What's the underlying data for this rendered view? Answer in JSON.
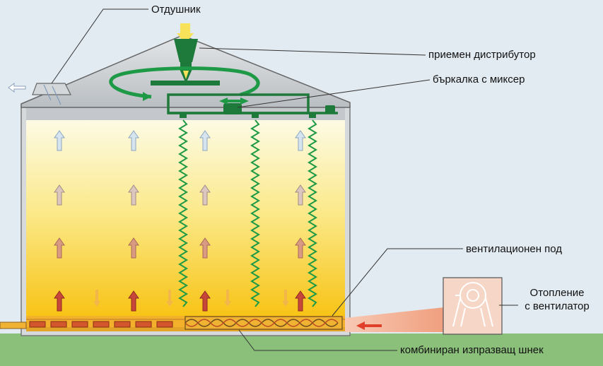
{
  "labels": {
    "vent": "Отдушник",
    "distributor": "приемен дистрибутор",
    "mixer": "бъркалка с миксер",
    "floor": "вентилационен под",
    "heater_line1": "Отопление",
    "heater_line2": "с вентилатор",
    "auger": "комбиниран изпразващ шнек"
  },
  "colors": {
    "background": "#e3ebf2",
    "ground": "#8bc07a",
    "roof": "#cfd3d6",
    "grain_top": "#fdfbe4",
    "grain_bottom": "#f8c40d",
    "green_mechanism": "#1e7a3a",
    "floor_pipe": "#c2502a",
    "heat_duct": "#f2a98a"
  },
  "icons": [
    "vent-icon",
    "fan-icon",
    "air-arrow-icon",
    "feed-arrow-icon"
  ]
}
